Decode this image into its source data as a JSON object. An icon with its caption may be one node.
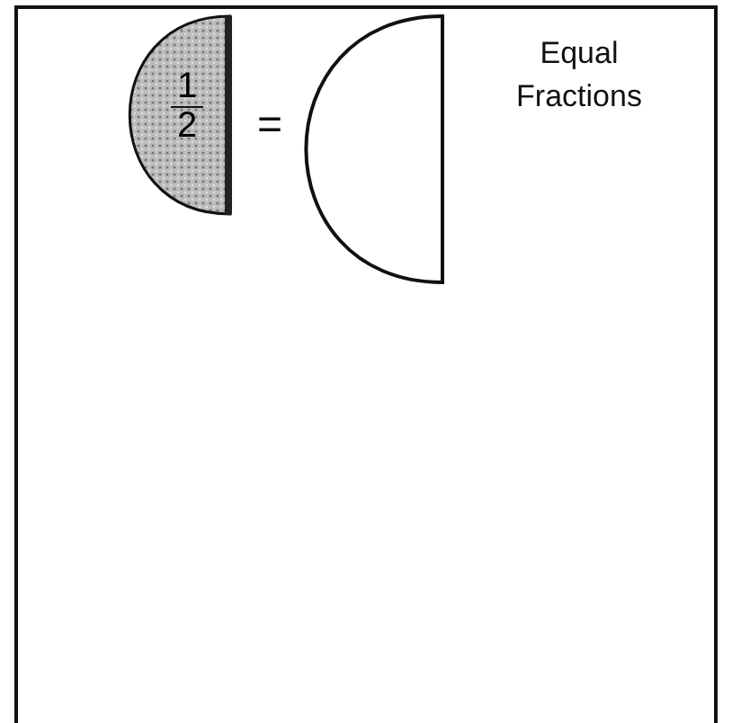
{
  "diagram": {
    "nodes": [
      {
        "text": [
          "1",
          "2"
        ]
      },
      {
        "text": [],
        "shape": "semicircle"
      }
    ],
    "labels": [
      "=",
      "Equal Fractions"
    ]
  }
}
